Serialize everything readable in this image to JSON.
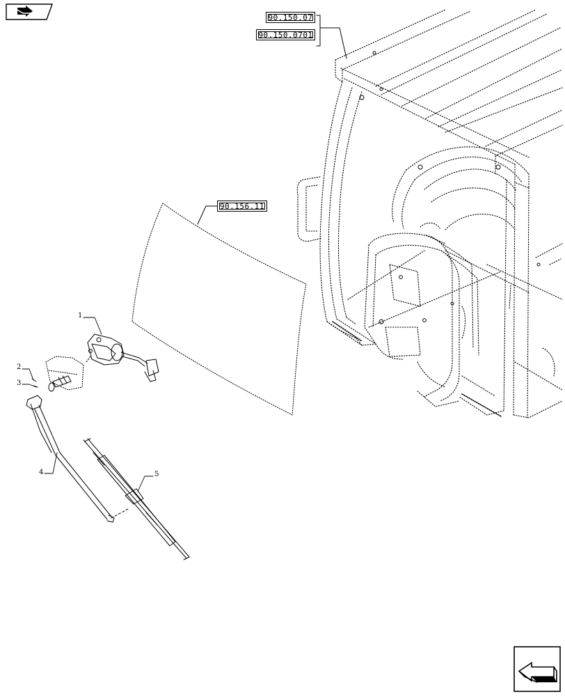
{
  "references": {
    "ref_1": "90.150.07",
    "ref_2": "90.150.0701",
    "ref_3": "90.156.11"
  },
  "callouts": [
    "1",
    "2",
    "3",
    "4",
    "5"
  ],
  "icons": {
    "top_left": "book-arrow-icon",
    "bottom_right": "next-page-arrow-icon"
  }
}
